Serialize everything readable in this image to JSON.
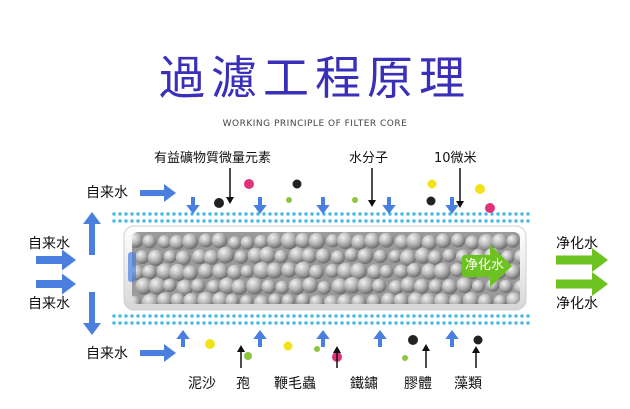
{
  "title": "過濾工程原理",
  "subtitle": "WORKING PRINCIPLE OF FILTER CORE",
  "top_labels": [
    "有益礦物質微量元素",
    "水分子",
    "10微米"
  ],
  "inlet_labels": [
    "自来水",
    "自来水",
    "自来水",
    "自来水"
  ],
  "tube_label": "净化水",
  "outlet_labels": [
    "净化水",
    "净化水"
  ],
  "bottom_labels": [
    "泥沙",
    "孢",
    "鞭毛蟲",
    "鐵鏽",
    "膠體",
    "藻類"
  ],
  "colors": {
    "title": "#3a2fb8",
    "inlet_arrow": "#4a7fe0",
    "outlet_arrow": "#6cc21f",
    "membrane_dots": "#48b7e6",
    "tube_frame": "#f4f4f4",
    "particle_black": "#222222",
    "particle_magenta": "#e0327a",
    "particle_yellow": "#f2e21a",
    "particle_green": "#8cc63f"
  }
}
